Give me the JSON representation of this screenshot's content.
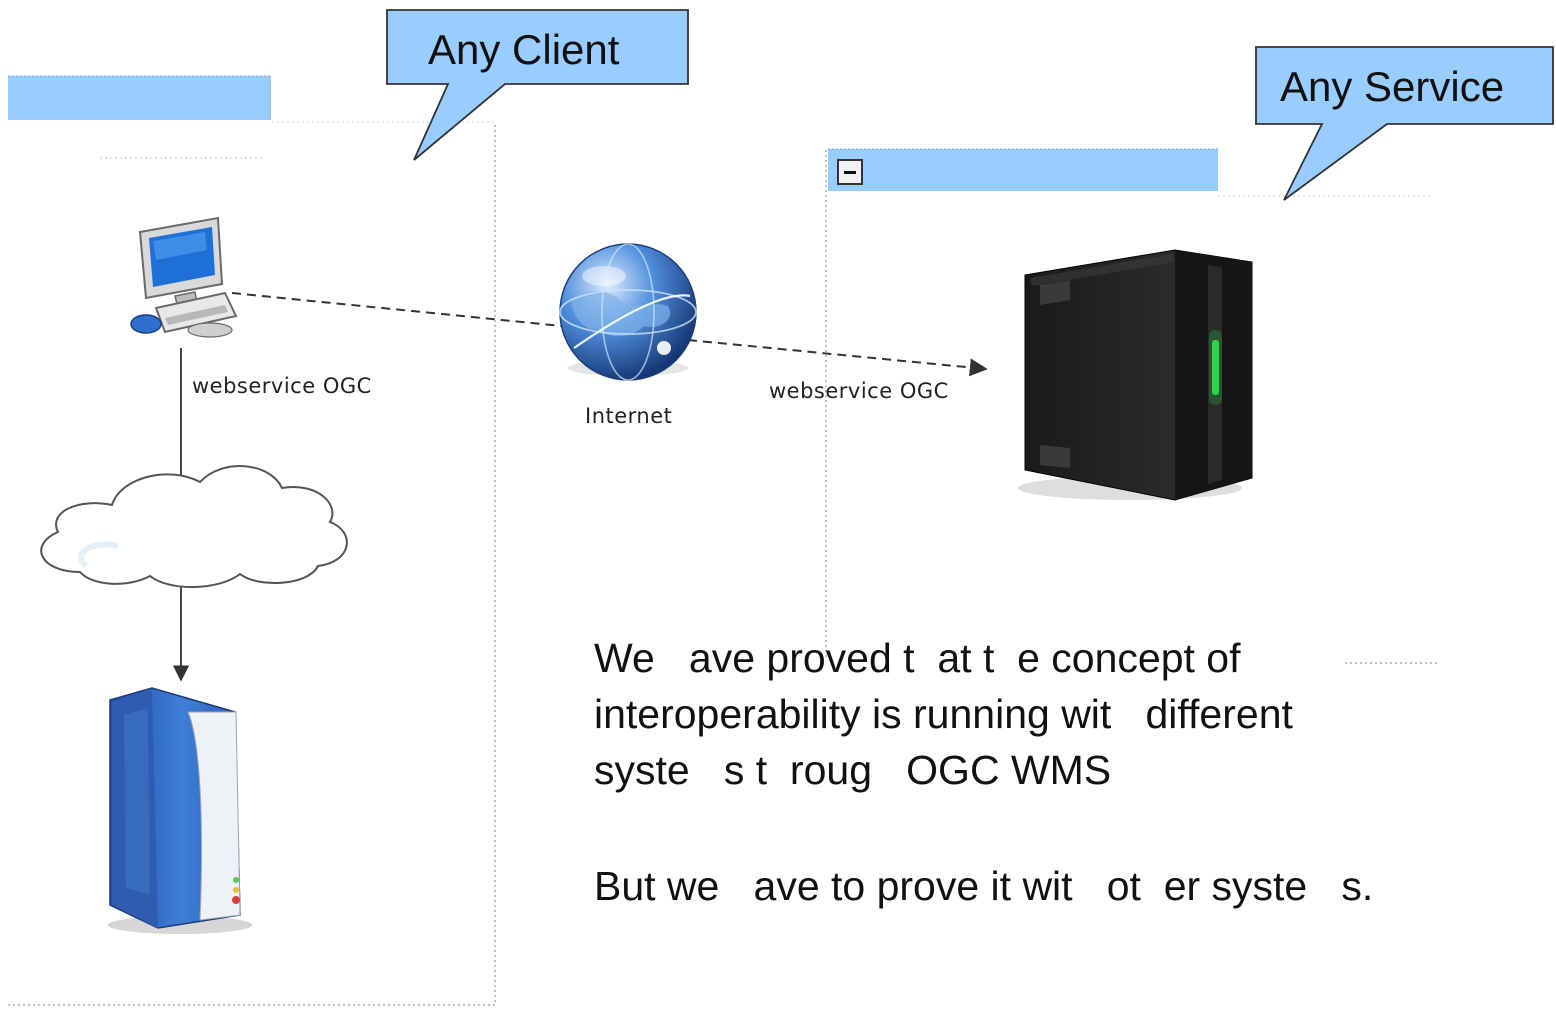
{
  "callouts": {
    "client": "Any Client",
    "service": "Any Service"
  },
  "labels": {
    "client_link": "webservice OGC",
    "internet": "Internet",
    "service_link": "webservice OGC"
  },
  "body": {
    "line1": "We   ave proved t  at t  e concept of",
    "line2": "interoperability is running wit   different",
    "line3": "syste   s t  roug   OGC WMS",
    "line4": "But we   ave to prove it wit   ot  er syste   s."
  },
  "icons": {
    "workstation": "desktop-computer-icon",
    "cloud": "cloud-icon",
    "client_server": "blue-server-tower-icon",
    "internet": "globe-icon",
    "service_server": "black-server-tower-icon",
    "collapse": "minus-icon"
  },
  "colors": {
    "callout_fill": "#99ccff",
    "header_bar": "#99ccff",
    "link_line": "#333333"
  }
}
